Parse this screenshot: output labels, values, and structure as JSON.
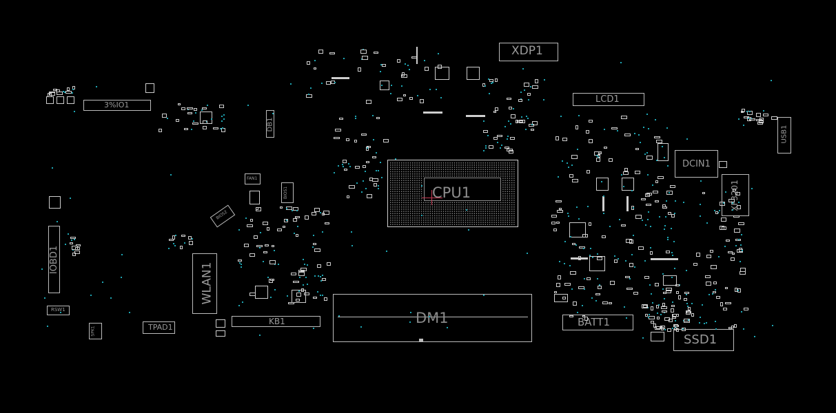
{
  "designators": {
    "xdp": "XDP1",
    "lcd": "LCD1",
    "io": "3%IO1",
    "db": "DB1",
    "fan": "FAN1",
    "bios": "BIOS1",
    "bios2": "BIOS2",
    "cpu": "CPU1",
    "dcin": "DCIN1",
    "xf": "XF3201",
    "usb": "USB1",
    "iobd": "IOBD1",
    "rsw": "RSW1",
    "spk": "SPK1",
    "tpad": "TPAD1",
    "wlan": "WLAN1",
    "kb": "KB1",
    "dm": "DM1",
    "batt": "BATT1",
    "ssd": "SSD1"
  },
  "colors": {
    "background": "#000000",
    "outline": "#bdbdbd",
    "label": "#9a9a9a",
    "via": "#1ea7b5",
    "cpu_marker": "#c83a55"
  }
}
